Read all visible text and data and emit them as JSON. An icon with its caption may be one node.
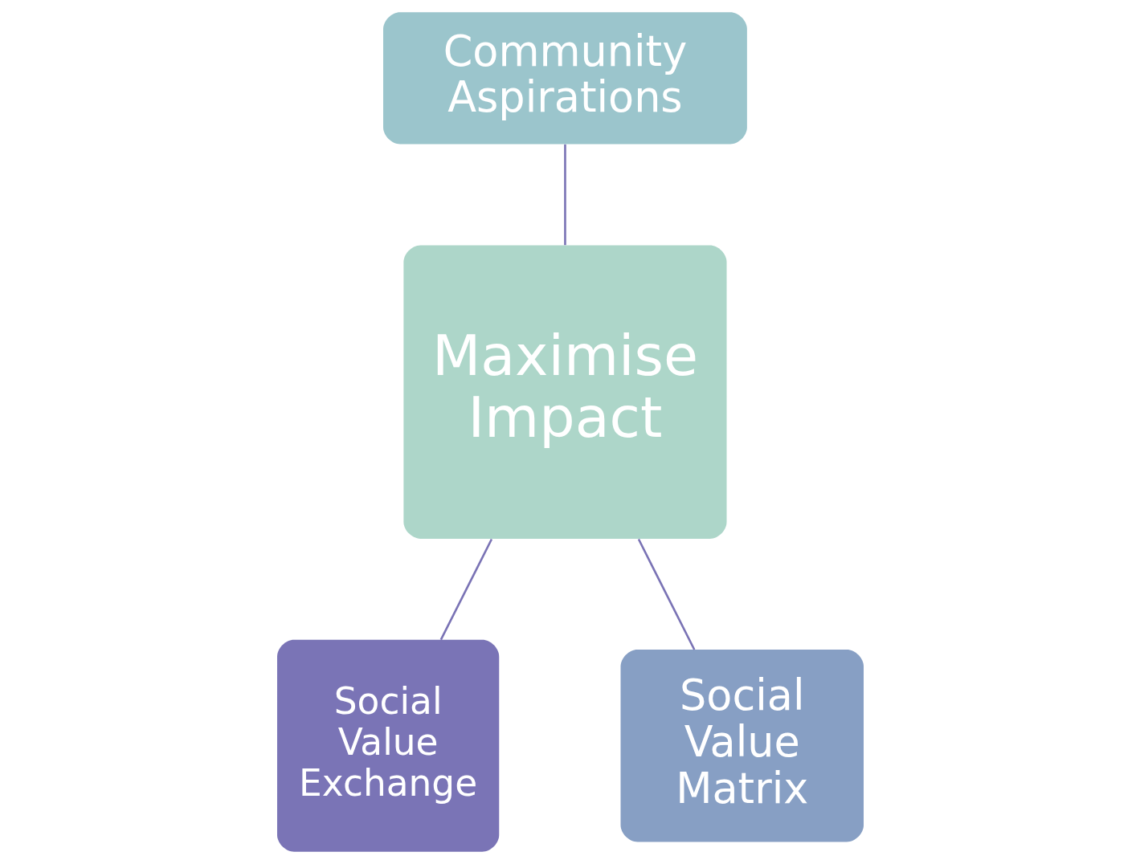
{
  "diagram": {
    "nodes": [
      {
        "text": [
          "Community Aspirations"
        ]
      },
      {
        "text": [
          "Maximise Impact"
        ]
      },
      {
        "text": [
          "Social Value Exchange"
        ]
      },
      {
        "text": [
          "Social Value Matrix"
        ]
      }
    ],
    "edges": [
      {
        "from": 0,
        "to": 1,
        "arrow": "none"
      },
      {
        "from": 1,
        "to": 2,
        "arrow": "none"
      },
      {
        "from": 1,
        "to": 3,
        "arrow": "none"
      }
    ]
  }
}
